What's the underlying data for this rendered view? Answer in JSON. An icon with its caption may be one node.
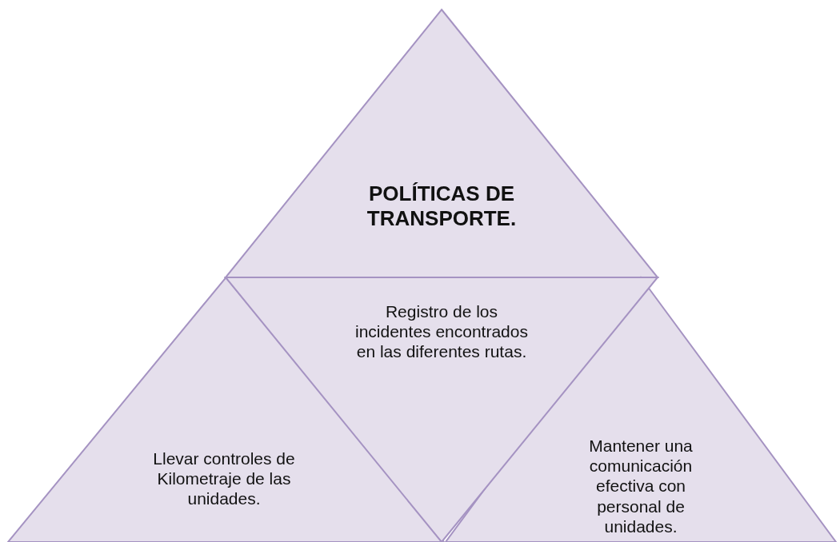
{
  "diagram": {
    "nodes": [
      {
        "text": [
          "POLÍTICAS DE TRANSPORTE."
        ]
      },
      {
        "text": [
          "Llevar controles de Kilometraje de las unidades."
        ]
      },
      {
        "text": [
          "Registro de los incidentes encontrados en las diferentes rutas."
        ]
      },
      {
        "text": [
          "Mantener una comunicación efectiva con personal de unidades."
        ]
      }
    ]
  }
}
